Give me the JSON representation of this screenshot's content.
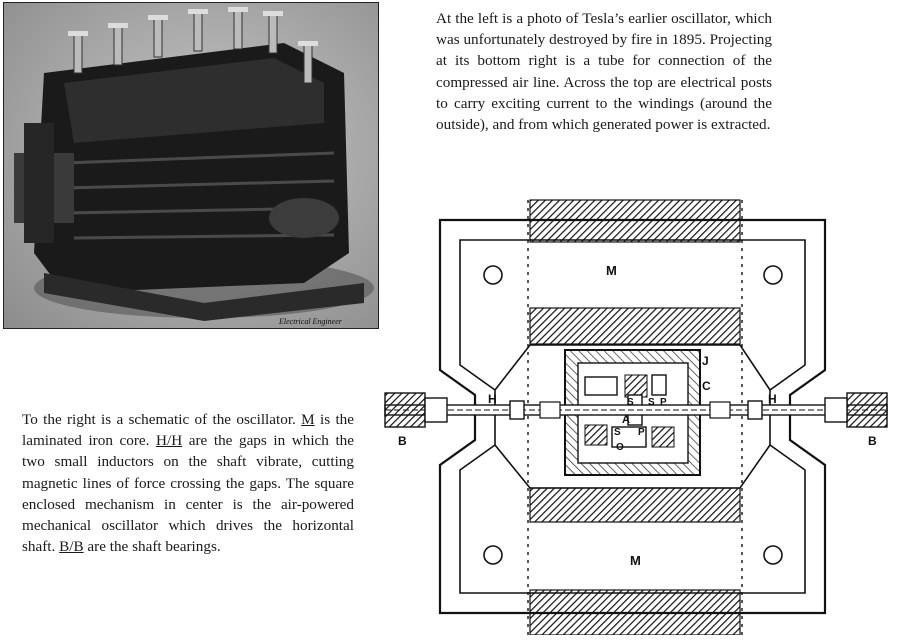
{
  "photo": {
    "caption": "Electrical Engineer"
  },
  "top_paragraph": "At the left is a photo of Tesla’s earlier oscillator, which was unfortunately destroyed by fire in 1895. Projecting at its bottom right is a tube for connection of the compressed air line. Across the top are electrical posts to carry exciting current to the windings (around the outside), and from which generated power is extracted.",
  "left_paragraph": {
    "p1": "To the right is a schematic of the oscillator.",
    "m": "M",
    "p2": "is the laminated iron core.",
    "hh": "H/H",
    "p3": "are the gaps in which the two small inductors on the shaft vibrate, cutting magnetic lines of force crossing the gaps. The square enclosed mechanism in center is the air-powered mechanical oscillator which drives the horizontal shaft.",
    "bb": "B/B",
    "p4": "are the shaft bearings."
  },
  "schematic": {
    "labels": {
      "m_top": "M",
      "m_bottom": "M",
      "h_left": "H",
      "h_right": "H",
      "b_left": "B",
      "b_right": "B",
      "j": "J",
      "c": "C",
      "a": "A",
      "s1": "S",
      "s2": "S",
      "s3": "S",
      "p1": "P",
      "p2": "P",
      "o": "O"
    }
  }
}
